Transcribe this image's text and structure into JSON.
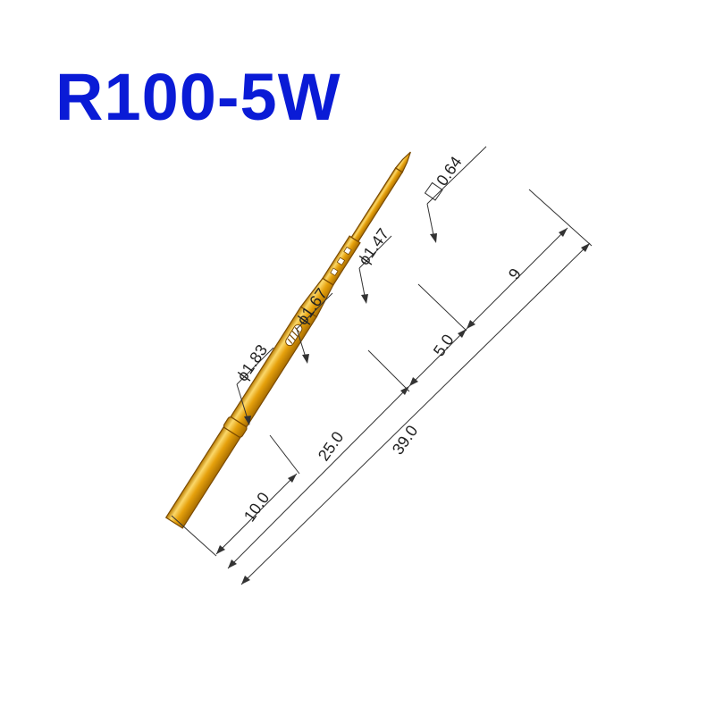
{
  "title": "R100-5W",
  "colors": {
    "title": "#0a1bd6",
    "pin_gold": "#e6a10c",
    "pin_highlight": "#fbd86a",
    "pin_shadow": "#b97b00",
    "line": "#333333"
  },
  "callouts": {
    "d_183": "ϕ1.83",
    "d_167": "ϕ1.67",
    "d_147": "ϕ1.47",
    "sq_064": "0.64"
  },
  "dimensions": {
    "len_100": "10.0",
    "len_250": "25.0",
    "len_390": "39.0",
    "len_50": "5.0",
    "len_9": "9"
  }
}
